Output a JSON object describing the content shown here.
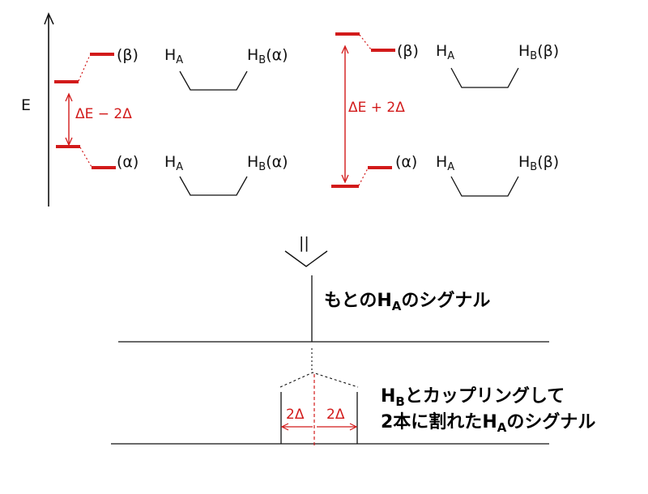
{
  "left_diagram": {
    "axis_label": "E",
    "upper_state": {
      "spin_a": "(β)",
      "ha": "H",
      "ha_sub": "A",
      "hb": "H",
      "hb_sub": "B",
      "spin_b": "(α)"
    },
    "lower_state": {
      "spin_a": "(α)",
      "ha": "H",
      "ha_sub": "A",
      "hb": "H",
      "hb_sub": "B",
      "spin_b": "(α)"
    },
    "transition_label": "ΔE − 2Δ"
  },
  "right_diagram": {
    "upper_state": {
      "spin_a": "(β)",
      "ha": "H",
      "ha_sub": "A",
      "hb": "H",
      "hb_sub": "B",
      "spin_b": "(β)"
    },
    "lower_state": {
      "spin_a": "(α)",
      "ha": "H",
      "ha_sub": "A",
      "hb": "H",
      "hb_sub": "B",
      "spin_b": "(β)"
    },
    "transition_label": "ΔE + 2Δ"
  },
  "arrow_symbol": "||",
  "original_signal": {
    "text_a": "もとの",
    "h": "H",
    "h_sub": "A",
    "text_b": "のシグナル"
  },
  "split_signal": {
    "line1_h": "H",
    "line1_h_sub": "B",
    "line1_text": "とカップリングして",
    "line2_text_a": "2本に割れた",
    "line2_h": "H",
    "line2_h_sub": "A",
    "line2_text_b": "のシグナル",
    "left_gap_label": "2Δ",
    "right_gap_label": "2Δ"
  },
  "colors": {
    "ink": "#111111",
    "accent": "#d21a1a"
  }
}
